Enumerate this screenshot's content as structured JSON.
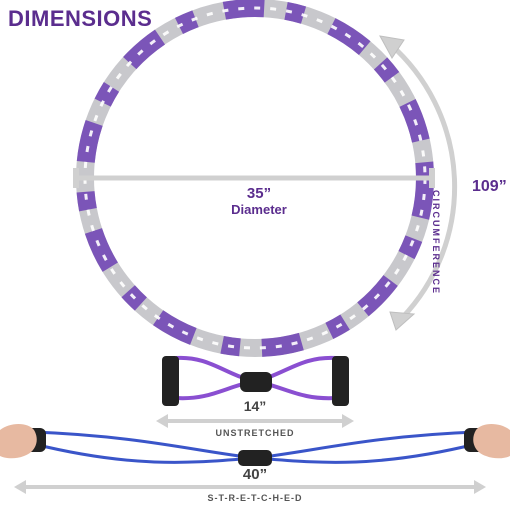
{
  "title": "DIMENSIONS",
  "hoop": {
    "diameter_value": "35”",
    "diameter_caption": "Diameter",
    "circumference_value": "109”",
    "circumference_caption": "CIRCUMFERENCE"
  },
  "band": {
    "unstretched_value": "14”",
    "unstretched_caption": "UNSTRETCHED",
    "stretched_value": "40”",
    "stretched_caption": "S-T-R-E-T-C-H-E-D"
  },
  "colors": {
    "purple": "#5b2d8e",
    "hoop_purple": "#7b55b8",
    "hoop_grey": "#c8c8cc",
    "band_purple": "#8a4fd1",
    "band_blue": "#3a55c9",
    "grip_black": "#222222",
    "arrow_grey": "#d0d0d0"
  }
}
